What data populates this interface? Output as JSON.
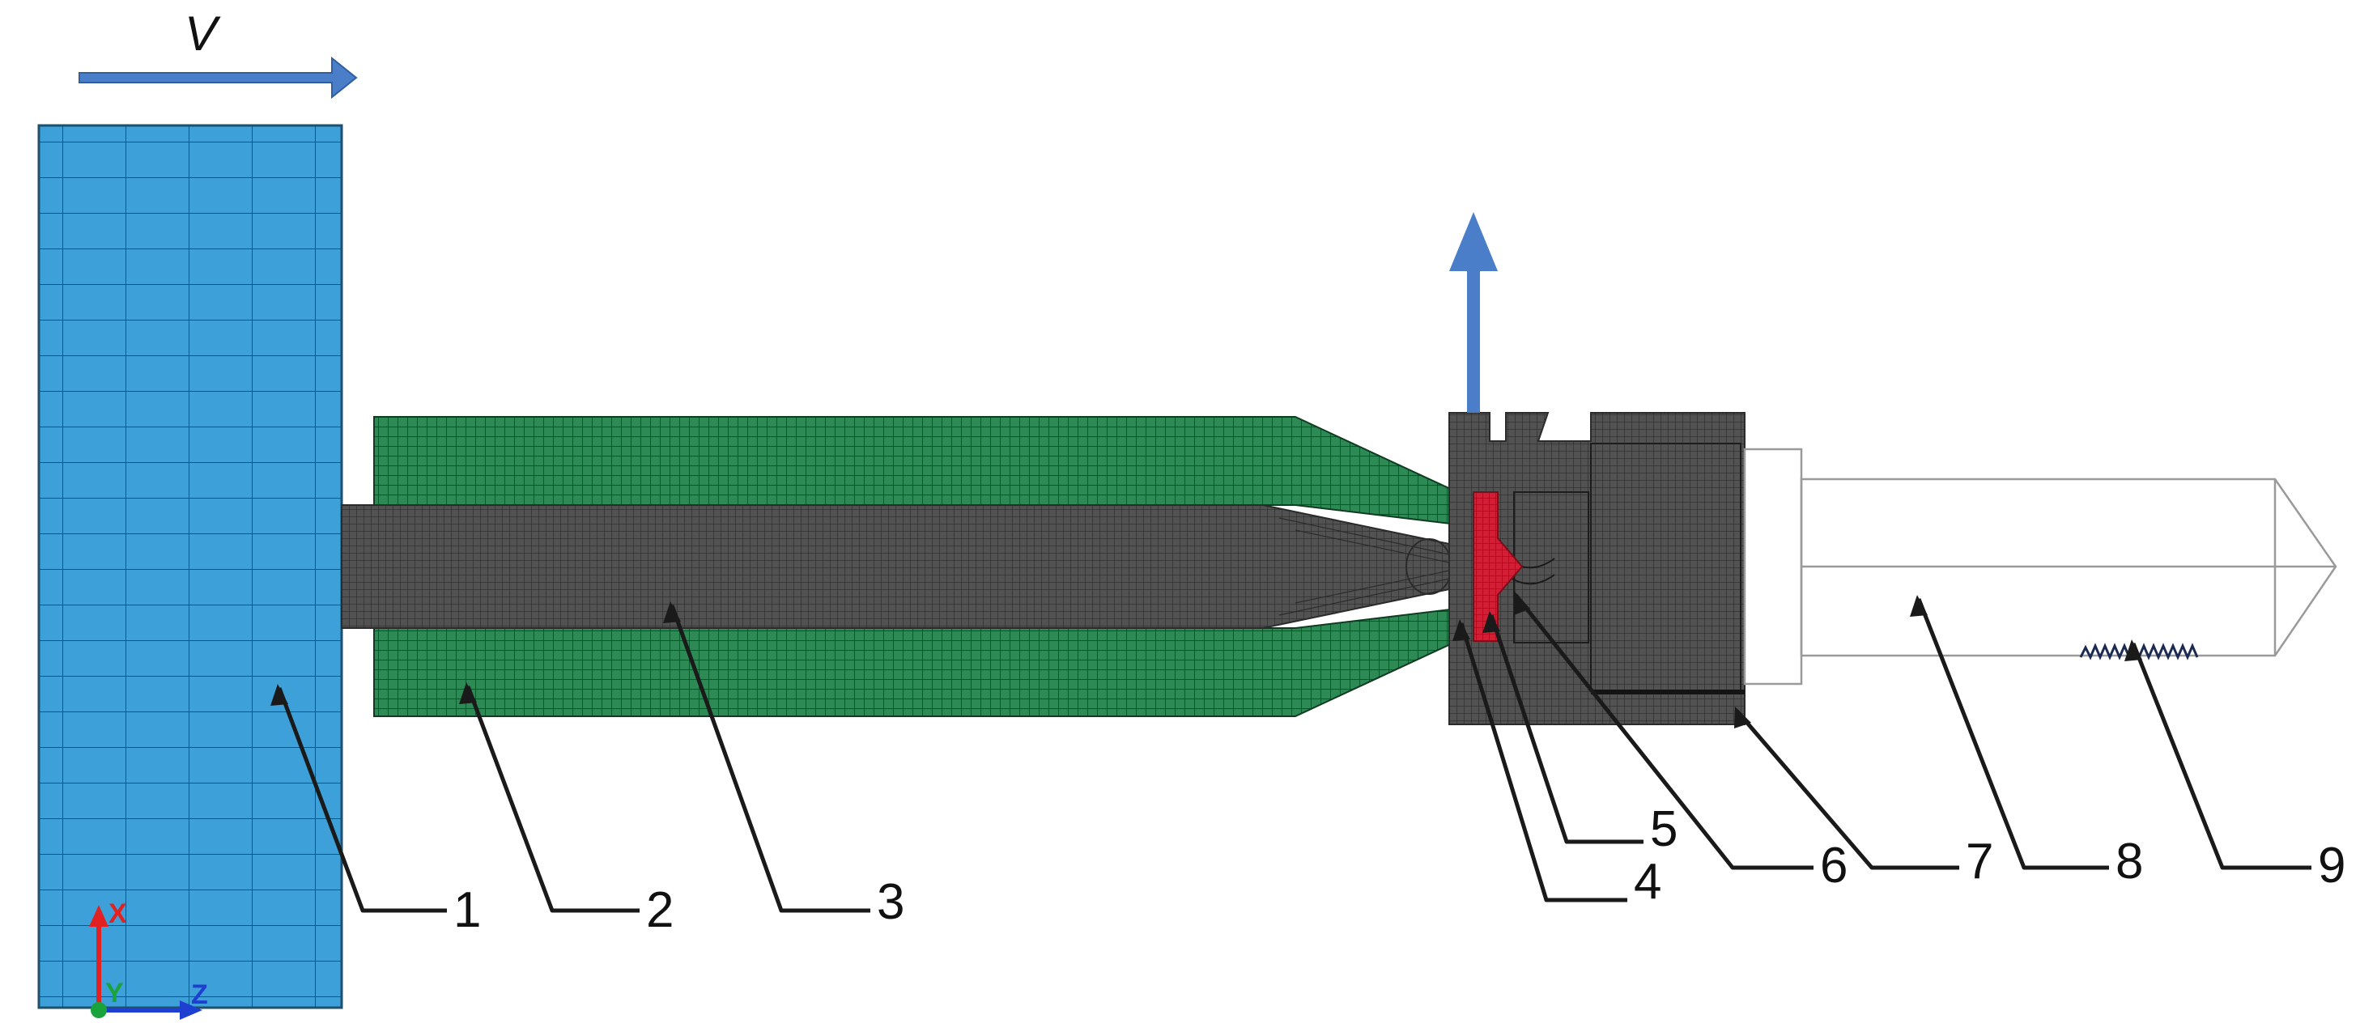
{
  "velocity": {
    "label": "V"
  },
  "axes": {
    "x_label": "X",
    "y_label": "Y",
    "z_label": "Z"
  },
  "callouts": [
    "1",
    "2",
    "3",
    "4",
    "5",
    "6",
    "7",
    "8",
    "9"
  ],
  "colors": {
    "impactor": "#3ea0d8",
    "impactor_grid": "#1d4f6e",
    "green_part": "#2e8a55",
    "gray_part": "#525252",
    "red_part": "#d21f35",
    "arrow_blue": "#4a7ec9",
    "outline": "#9a9a9a"
  }
}
